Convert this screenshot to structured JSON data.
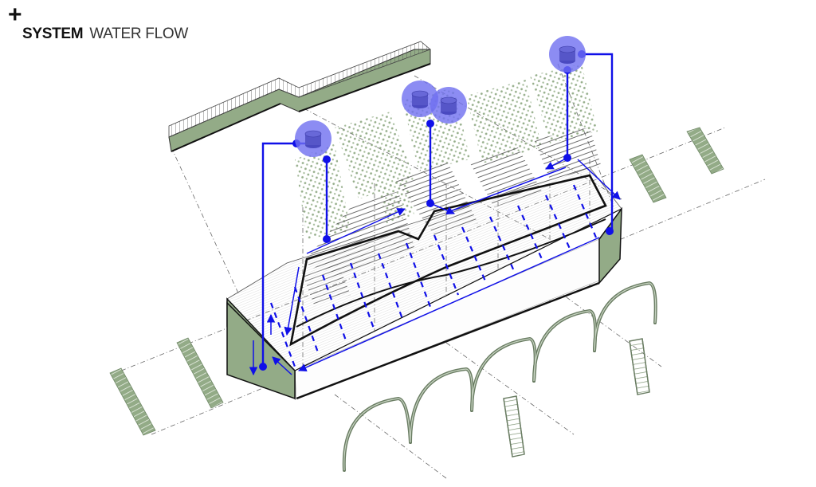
{
  "header": {
    "plus_icon": "+",
    "title_bold": "SYSTEM",
    "title_light": "WATER FLOW"
  },
  "colors": {
    "water_flow": "#1010e8",
    "tank_halo": "#6f6ff0",
    "green_surface": "#93ab87",
    "outline": "#111111",
    "dash_axis": "#555555",
    "plants": "#8aa57e"
  },
  "diagram": {
    "description": "Exploded axonometric of a greenhouse building showing water flow from rooftop collection tanks through roof gutters down to ground level",
    "components": [
      "fence-walkway",
      "plant-grids",
      "water-tanks",
      "roof-trusses",
      "roof-surface",
      "building-volume",
      "stairs",
      "arches",
      "ladders"
    ],
    "tank_count": 4
  }
}
